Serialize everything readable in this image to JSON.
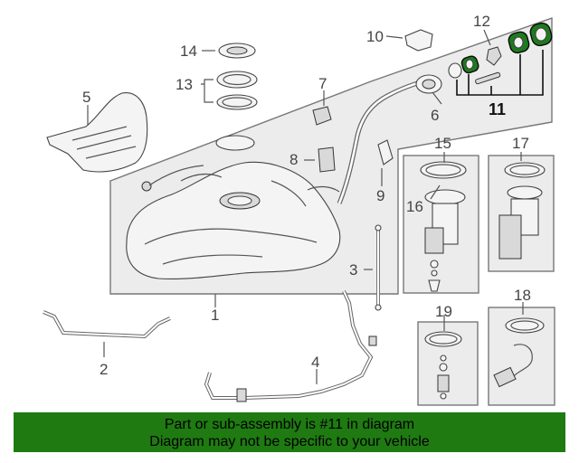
{
  "callouts": {
    "c1": "1",
    "c2": "2",
    "c3": "3",
    "c4": "4",
    "c5": "5",
    "c6": "6",
    "c7": "7",
    "c8": "8",
    "c9": "9",
    "c10": "10",
    "c11": "11",
    "c12": "12",
    "c13": "13",
    "c14": "14",
    "c15": "15",
    "c16": "16",
    "c17": "17",
    "c18": "18",
    "c19": "19"
  },
  "banner": {
    "line1": "Part or sub-assembly is #11 in diagram",
    "line2": "Diagram may not be specific to your vehicle",
    "color": "#1f7a12"
  },
  "highlight_color": "#1e7a1e"
}
